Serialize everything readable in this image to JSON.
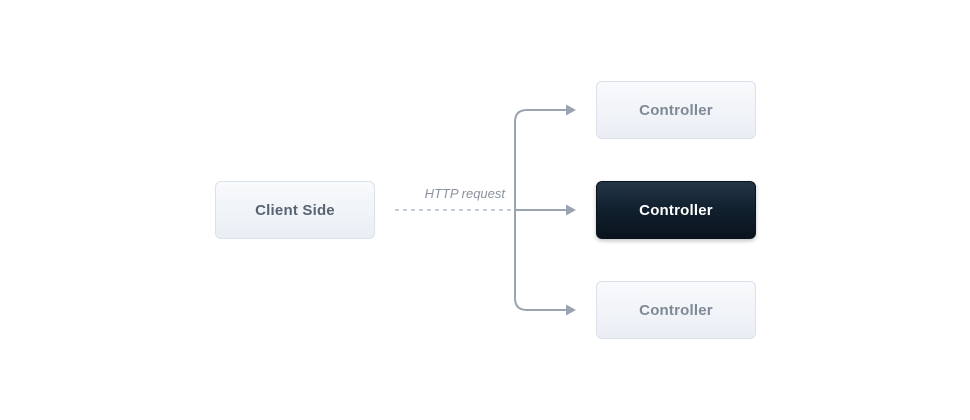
{
  "diagram": {
    "client_node": {
      "label": "Client Side"
    },
    "edge_label": "HTTP request",
    "controller_nodes": [
      {
        "label": "Controller",
        "variant": "light"
      },
      {
        "label": "Controller",
        "variant": "dark"
      },
      {
        "label": "Controller",
        "variant": "light"
      }
    ],
    "colors": {
      "background": "#ffffff",
      "node_light_bg_top": "#f8fafc",
      "node_light_bg_bottom": "#eaeef4",
      "node_light_border": "#dae1ea",
      "node_light_text": "#7f8995",
      "client_text": "#596473",
      "node_dark_bg_top": "#233547",
      "node_dark_bg_bottom": "#0a131d",
      "node_dark_text": "#ffffff",
      "connector_line": "#9aa4b0",
      "dashed_line": "#c5cdd6",
      "edge_label_text": "#8a929e"
    }
  }
}
